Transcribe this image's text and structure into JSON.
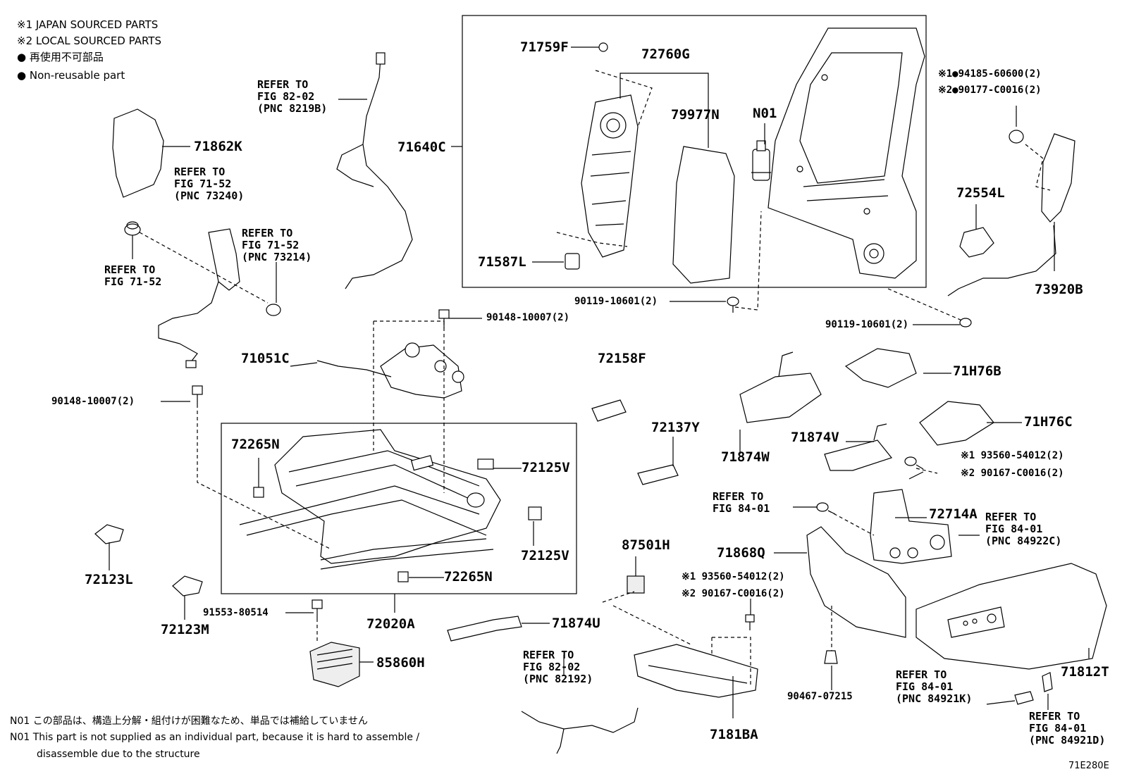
{
  "legend": {
    "japan": "※1 JAPAN SOURCED PARTS",
    "local": "※2 LOCAL SOURCED PARTS",
    "nonreuse_jp": "● 再使用不可部品",
    "nonreuse_en": "● Non-reusable part"
  },
  "labels": {
    "p71759F": "71759F",
    "p72760G": "72760G",
    "p79977N": "79977N",
    "pN01": "N01",
    "p71640C": "71640C",
    "p71587L": "71587L",
    "p71862K": "71862K",
    "p72554L": "72554L",
    "p73920B": "73920B",
    "p90119a": "90119-10601(2)",
    "p90119b": "90119-10601(2)",
    "p90148a": "90148-10007(2)",
    "p90148b": "90148-10007(2)",
    "p71051C": "71051C",
    "p72158F": "72158F",
    "p71H76B": "71H76B",
    "p71H76C": "71H76C",
    "p72137Y": "72137Y",
    "p71874V": "71874V",
    "p71874W": "71874W",
    "p72265N_a": "72265N",
    "p72265N_b": "72265N",
    "p72125V_a": "72125V",
    "p72125V_b": "72125V",
    "p72123L": "72123L",
    "p72123M": "72123M",
    "p72020A": "72020A",
    "p91553": "91553-80514",
    "p85860H": "85860H",
    "p87501H": "87501H",
    "p71874U": "71874U",
    "p71868Q": "71868Q",
    "p72714A": "72714A",
    "p71812T": "71812T",
    "p7181BA": "7181BA",
    "p90467": "90467-07215",
    "s1_94185": "※1●94185-60600(2)",
    "s2_90177": "※2●90177-C0016(2)",
    "s1_93560a": "※1  93560-54012(2)",
    "s2_90167a": "※2  90167-C0016(2)",
    "s1_93560b": "※1 93560-54012(2)",
    "s2_90167b": "※2 90167-C0016(2)"
  },
  "refs": {
    "r_82_02": "REFER TO\nFIG 82-02\n(PNC 8219B)",
    "r_71_52_73240": "REFER TO\nFIG 71-52\n(PNC 73240)",
    "r_71_52_73214": "REFER TO\nFIG 71-52\n(PNC 73214)",
    "r_71_52": "REFER TO\nFIG 71-52",
    "r_84_01": "REFER TO\nFIG 84-01",
    "r_84_01_84922C": "REFER TO\nFIG 84-01\n(PNC 84922C)",
    "r_82_02_82192": "REFER TO\nFIG 82-02\n(PNC 82192)",
    "r_84_01_84921K": "REFER TO\nFIG 84-01\n(PNC 84921K)",
    "r_84_01_84921D": "REFER TO\nFIG 84-01\n(PNC 84921D)"
  },
  "notes": {
    "n01_jp": "N01 この部品は、構造上分解・組付けが困難なため、単品では補給していません",
    "n01_en": "N01 This part is not supplied as an individual part, because it is hard to assemble /",
    "n01_en2": "disassemble due to the structure"
  },
  "figure_id": "71E280E"
}
